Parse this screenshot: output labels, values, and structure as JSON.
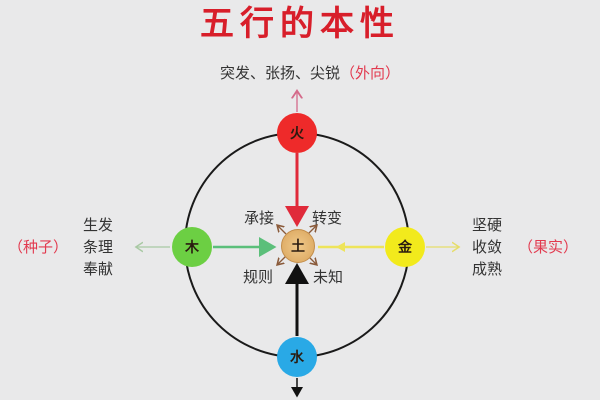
{
  "title": "五行的本性",
  "top": {
    "text": "突发、张扬、尖锐",
    "tag": "（外向）"
  },
  "nodes": {
    "fire": {
      "label": "火",
      "color": "#ee2a2a"
    },
    "wood": {
      "label": "木",
      "color": "#6ccf43"
    },
    "earth": {
      "label": "土",
      "color": "#deb06a"
    },
    "metal": {
      "label": "金",
      "color": "#f2ea1c"
    },
    "water": {
      "label": "水",
      "color": "#29a9e6"
    }
  },
  "left": {
    "tag": "（种子）",
    "lines": [
      "生发",
      "条理",
      "奉献"
    ]
  },
  "right": {
    "tag": "（果实）",
    "lines": [
      "坚硬",
      "收敛",
      "成熟"
    ]
  },
  "center_labels": {
    "top_left": "承接",
    "top_right": "转变",
    "bottom_left": "规则",
    "bottom_right": "未知"
  }
}
